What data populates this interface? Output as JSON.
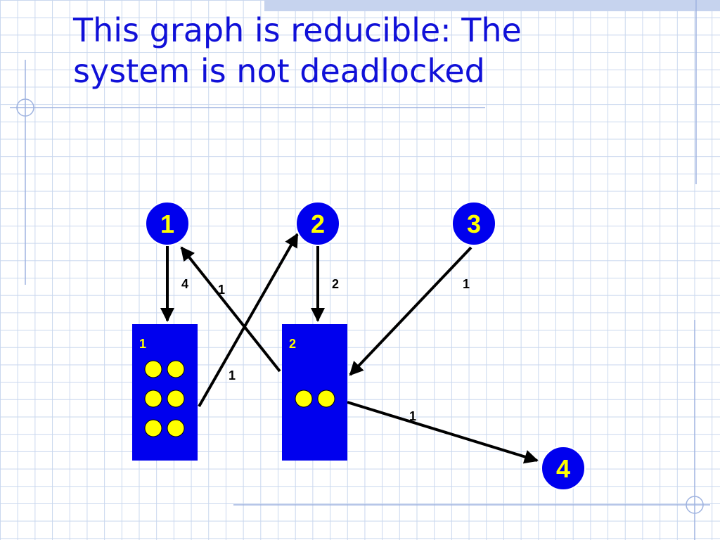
{
  "slide": {
    "title": "This graph is reducible: The\nsystem is not deadlocked"
  },
  "colors": {
    "node_fill": "#0000ee",
    "label": "#ffff00",
    "token": "#ffff00",
    "edge": "#000000",
    "title": "#1010d8"
  },
  "diagram": {
    "processes": [
      {
        "id": "p1",
        "label": "1"
      },
      {
        "id": "p2",
        "label": "2"
      },
      {
        "id": "p3",
        "label": "3"
      },
      {
        "id": "p4",
        "label": "4"
      }
    ],
    "resources": [
      {
        "id": "r1",
        "label": "1",
        "units": 6
      },
      {
        "id": "r2",
        "label": "2",
        "units": 2
      }
    ],
    "edges": [
      {
        "id": "e1",
        "from": "p1",
        "to": "r1",
        "label": "4"
      },
      {
        "id": "e2",
        "from": "r2",
        "to": "p1",
        "label": "1"
      },
      {
        "id": "e3",
        "from": "p2",
        "to": "r2",
        "label": "2"
      },
      {
        "id": "e4",
        "from": "r1",
        "to": "p2",
        "label": "1"
      },
      {
        "id": "e5",
        "from": "p3",
        "to": "r2",
        "label": "1"
      },
      {
        "id": "e6",
        "from": "r2",
        "to": "p4",
        "label": "1"
      }
    ]
  }
}
